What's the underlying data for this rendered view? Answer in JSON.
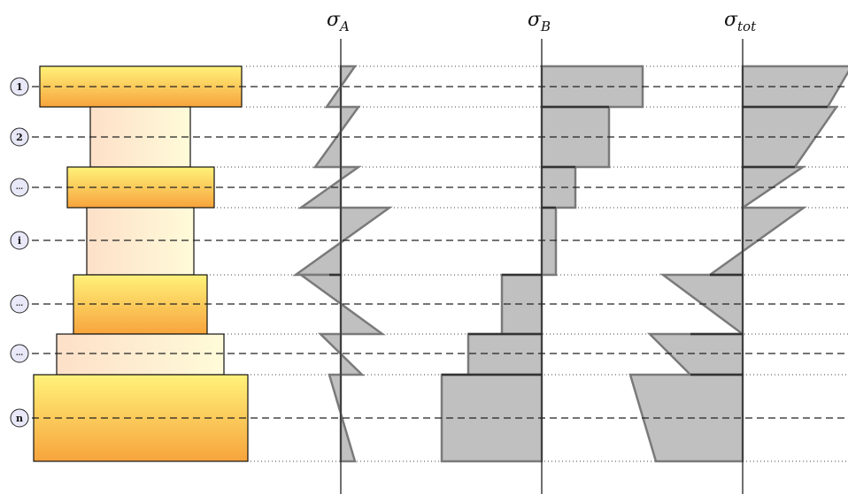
{
  "headers": [
    {
      "sigma": "σ",
      "sub": "A"
    },
    {
      "sigma": "σ",
      "sub": "B"
    },
    {
      "sigma": "σ",
      "sub": "tot"
    }
  ],
  "layer_labels": [
    "1",
    "2",
    "...",
    "i",
    "...",
    "...",
    "n"
  ],
  "layer_kinds": [
    "dark",
    "light",
    "dark",
    "light",
    "dark",
    "light",
    "dark"
  ],
  "colors": {
    "dark_top": "#fff27a",
    "dark_bottom": "#f7a43c",
    "light_left": "#fde0c8",
    "light_right": "#fffbd9",
    "stress_fill": "#c0c0c0",
    "stress_stroke": "#7a7a7a",
    "axis": "#222222",
    "label_fill": "#e8e8f8"
  }
}
